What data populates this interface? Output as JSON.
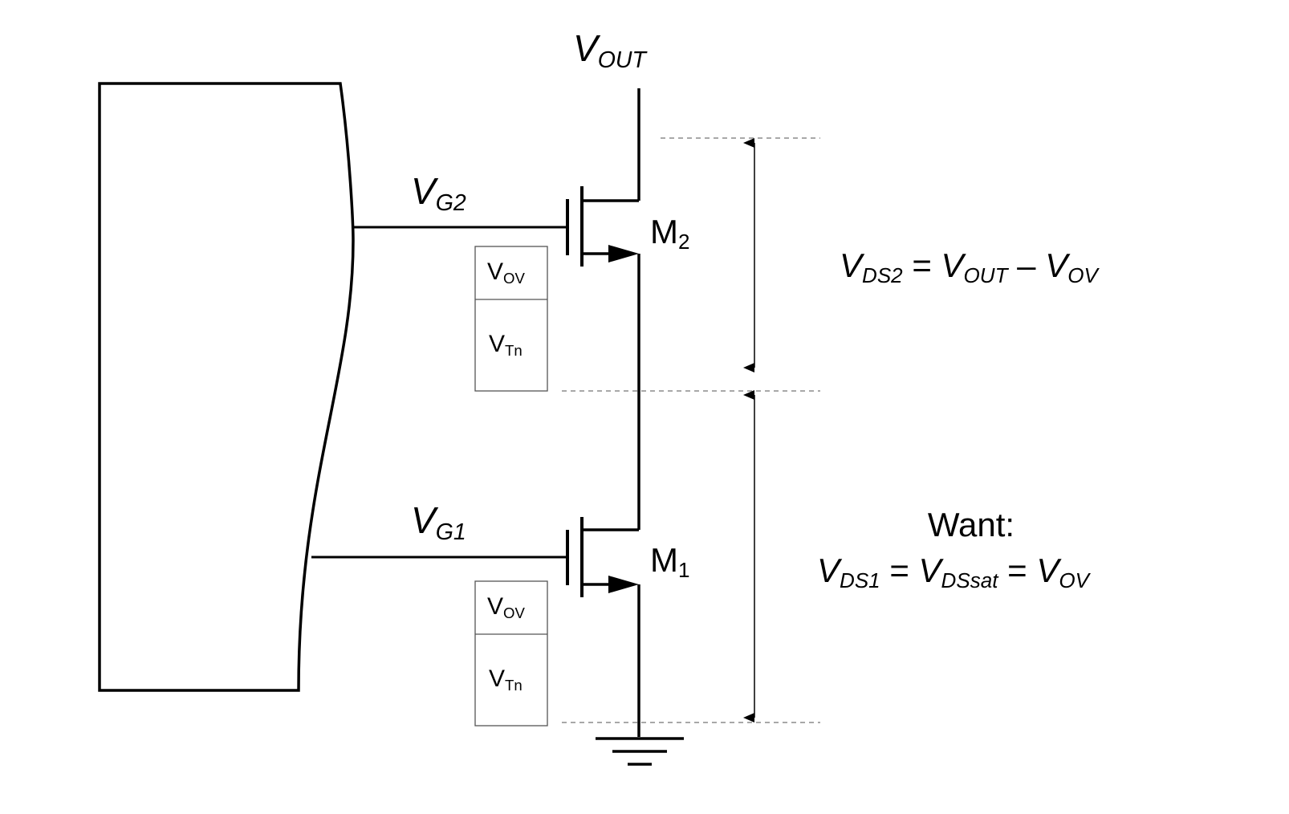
{
  "labels": {
    "vout": {
      "main": "V",
      "sub": "OUT"
    },
    "vg2": {
      "main": "V",
      "sub": "G2"
    },
    "vg1": {
      "main": "V",
      "sub": "G1"
    },
    "m2": {
      "main": "M",
      "sub": "2"
    },
    "m1": {
      "main": "M",
      "sub": "1"
    }
  },
  "boxes": {
    "top": {
      "upper": {
        "main": "V",
        "sub": "OV"
      },
      "lower": {
        "main": "V",
        "sub": "Tn"
      }
    },
    "bottom": {
      "upper": {
        "main": "V",
        "sub": "OV"
      },
      "lower": {
        "main": "V",
        "sub": "Tn"
      }
    }
  },
  "equations": {
    "vds2": {
      "lhs": {
        "main": "V",
        "sub": "DS2"
      },
      "eq": " = ",
      "t1": {
        "main": "V",
        "sub": "OUT"
      },
      "op": " – ",
      "t2": {
        "main": "V",
        "sub": "OV"
      }
    },
    "want_label": "Want:",
    "vds1": {
      "lhs": {
        "main": "V",
        "sub": "DS1"
      },
      "eq1": " = ",
      "t1": {
        "main": "V",
        "sub": "DSsat"
      },
      "eq2": " = ",
      "t2": {
        "main": "V",
        "sub": "OV"
      }
    }
  },
  "colors": {
    "wire": "#000000",
    "guide": "#8c8c8c",
    "box_border": "#555555"
  }
}
